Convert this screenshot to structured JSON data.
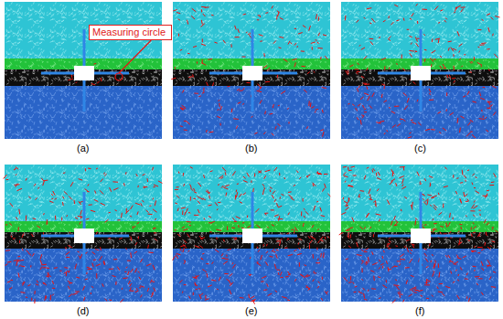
{
  "diagram": {
    "nodes": [
      {
        "text": [
          "Measuring circle"
        ]
      }
    ],
    "labels": [
      "(a)",
      "(b)",
      "(c)",
      "(d)",
      "(e)",
      "(f)"
    ]
  }
}
